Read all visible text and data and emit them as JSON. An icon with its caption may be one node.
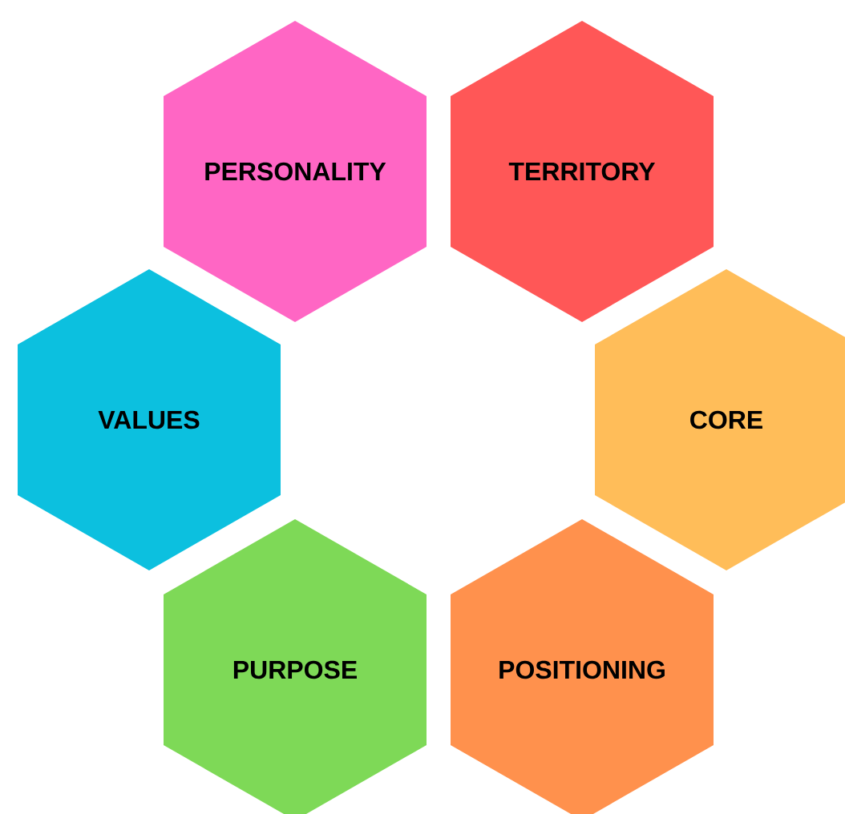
{
  "diagram": {
    "nodes": [
      {
        "text": [
          "PERSONALITY"
        ]
      },
      {
        "text": [
          "TERRITORY"
        ]
      },
      {
        "text": [
          "VALUES"
        ]
      },
      {
        "text": [
          "CORE"
        ]
      },
      {
        "text": [
          "PURPOSE"
        ]
      },
      {
        "text": [
          "POSITIONING"
        ]
      }
    ]
  }
}
